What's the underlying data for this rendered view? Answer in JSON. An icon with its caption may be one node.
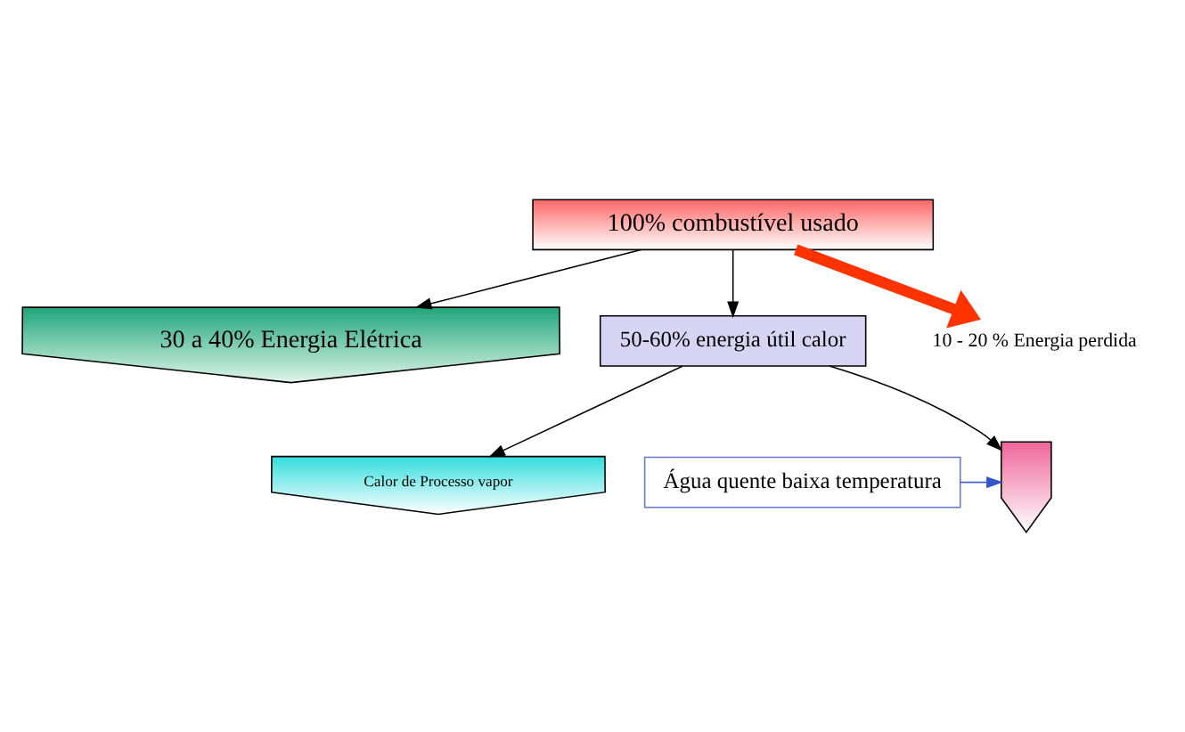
{
  "diagram": {
    "nodes": [
      {
        "text": [
          "100% combustível usado"
        ]
      },
      {
        "text": [
          "30 a 40% Energia Elétrica"
        ]
      },
      {
        "text": [
          "50-60% energia útil calor"
        ]
      },
      {
        "text": [
          "10 - 20 % Energia perdida"
        ]
      },
      {
        "text": [
          "Calor de Processo vapor"
        ]
      },
      {
        "text": [],
        "shape": "arrow"
      },
      {
        "text": [
          "Água quente baixa temperatura"
        ]
      }
    ],
    "edges": [
      {
        "from": 0,
        "to": 1,
        "arrow": "to"
      },
      {
        "from": 0,
        "to": 2,
        "arrow": "to"
      },
      {
        "from": 0,
        "to": 3,
        "arrow": "to",
        "style": "thick",
        "color": "#ff3300"
      },
      {
        "from": 2,
        "to": 4,
        "arrow": "to"
      },
      {
        "from": 2,
        "to": 5,
        "arrow": "to"
      },
      {
        "from": 6,
        "to": 5,
        "arrow": "to",
        "color": "#3355cc"
      }
    ]
  }
}
